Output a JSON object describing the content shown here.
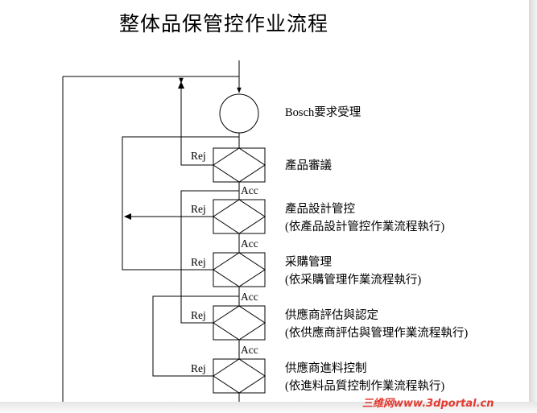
{
  "title": "整体品保管控作业流程",
  "steps": [
    {
      "label": "Bosch要求受理",
      "note": ""
    },
    {
      "label": "產品審議",
      "note": ""
    },
    {
      "label": "產品設計管控",
      "note": "(依產品設計管控作業流程執行)"
    },
    {
      "label": "采購管理",
      "note": "(依采購管理作業流程執行)"
    },
    {
      "label": "供應商評估與認定",
      "note": "(依供應商評估與管理作業流程執行)"
    },
    {
      "label": "供應商進料控制",
      "note": "(依進料品質控制作業流程執行)"
    }
  ],
  "branch_labels": {
    "reject": "Rej",
    "accept": "Acc"
  },
  "watermark": "三维网www.3dportal.cn"
}
